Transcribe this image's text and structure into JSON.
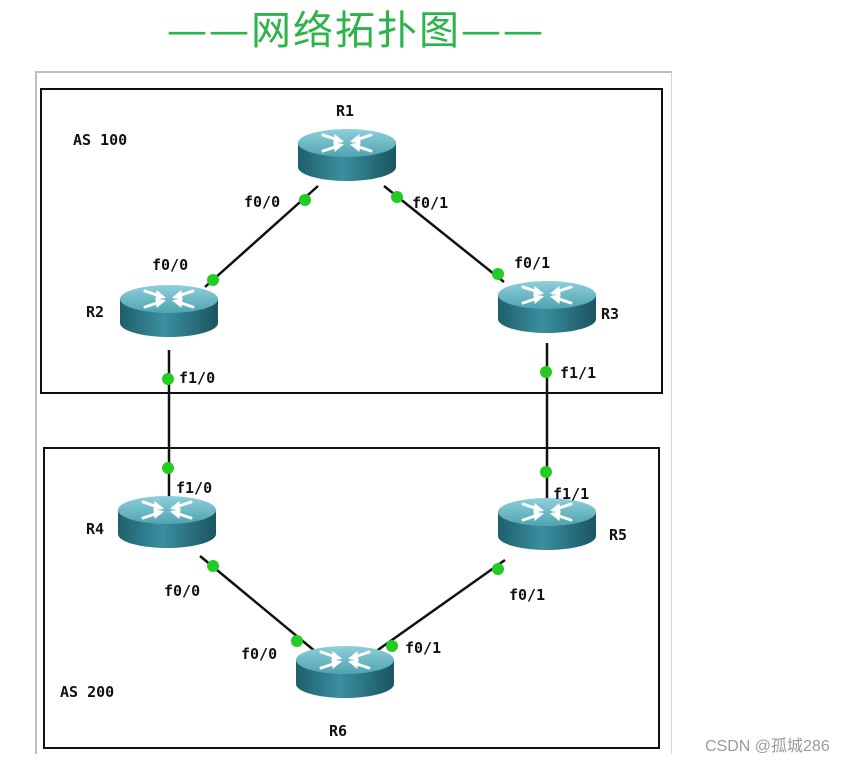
{
  "title": "——网络拓扑图——",
  "areas": [
    {
      "id": "as100",
      "label": "AS 100"
    },
    {
      "id": "as200",
      "label": "AS 200"
    }
  ],
  "routers": [
    {
      "id": "r1",
      "label": "R1"
    },
    {
      "id": "r2",
      "label": "R2"
    },
    {
      "id": "r3",
      "label": "R3"
    },
    {
      "id": "r4",
      "label": "R4"
    },
    {
      "id": "r5",
      "label": "R5"
    },
    {
      "id": "r6",
      "label": "R6"
    }
  ],
  "interfaces": {
    "r1_f00": "f0/0",
    "r1_f01": "f0/1",
    "r2_f00": "f0/0",
    "r3_f01": "f0/1",
    "r2_f10": "f1/0",
    "r3_f11": "f1/1",
    "r4_f10": "f1/0",
    "r5_f11": "f1/1",
    "r4_f00": "f0/0",
    "r5_f01": "f0/1",
    "r6_f00": "f0/0",
    "r6_f01": "f0/1"
  },
  "links": [
    {
      "from": "r1",
      "to": "r2"
    },
    {
      "from": "r1",
      "to": "r3"
    },
    {
      "from": "r2",
      "to": "r4"
    },
    {
      "from": "r3",
      "to": "r5"
    },
    {
      "from": "r4",
      "to": "r6"
    },
    {
      "from": "r5",
      "to": "r6"
    }
  ],
  "colors": {
    "title": "#2db34a",
    "port_dot": "#22cc22",
    "router_body": "#2f7f8e",
    "router_top": "#5fb1bf"
  },
  "watermark": "CSDN @孤城286"
}
